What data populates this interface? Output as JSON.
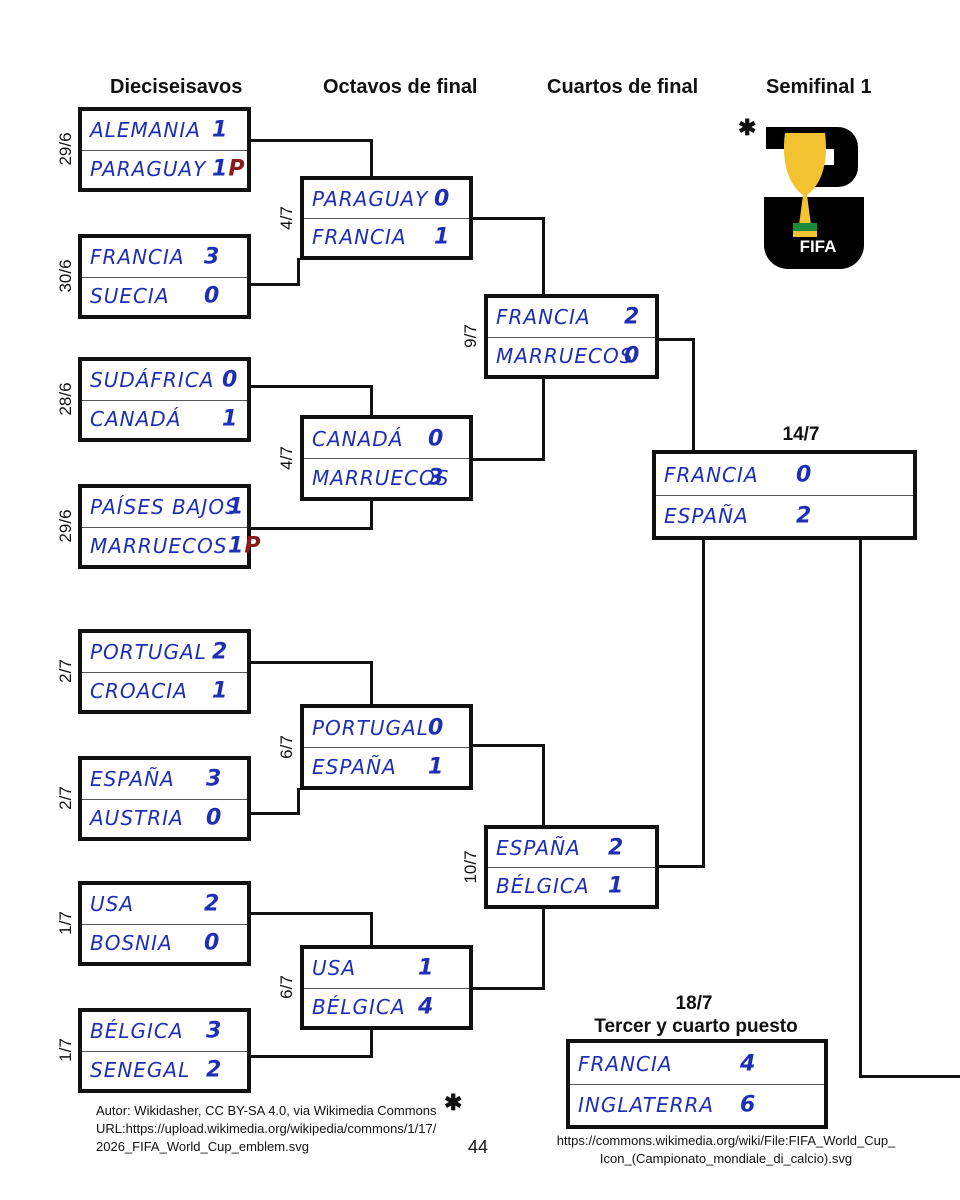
{
  "headers": {
    "r32": "Dieciseisavos",
    "r16": "Octavos de final",
    "qf": "Cuartos de final",
    "sf": "Semifinal 1"
  },
  "logo": {
    "icon": "fifa-2026-emblem-icon",
    "text": "FIFA",
    "asterisk": "✱"
  },
  "matches": {
    "r32_1": {
      "date": "29/6",
      "t1": "ALEMANIA",
      "s1": "1",
      "p1": "",
      "t2": "PARAGUAY",
      "s2": "1",
      "p2": "P"
    },
    "r32_2": {
      "date": "30/6",
      "t1": "FRANCIA",
      "s1": "3",
      "p1": "",
      "t2": "SUECIA",
      "s2": "0",
      "p2": ""
    },
    "r32_3": {
      "date": "28/6",
      "t1": "SUDÁFRICA",
      "s1": "0",
      "p1": "",
      "t2": "CANADÁ",
      "s2": "1",
      "p2": ""
    },
    "r32_4": {
      "date": "29/6",
      "t1": "PAÍSES BAJOS",
      "s1": "1",
      "p1": "",
      "t2": "MARRUECOS",
      "s2": "1",
      "p2": "P"
    },
    "r32_5": {
      "date": "2/7",
      "t1": "PORTUGAL",
      "s1": "2",
      "p1": "",
      "t2": "CROACIA",
      "s2": "1",
      "p2": ""
    },
    "r32_6": {
      "date": "2/7",
      "t1": "ESPAÑA",
      "s1": "3",
      "p1": "",
      "t2": "AUSTRIA",
      "s2": "0",
      "p2": ""
    },
    "r32_7": {
      "date": "1/7",
      "t1": "USA",
      "s1": "2",
      "p1": "",
      "t2": "BOSNIA",
      "s2": "0",
      "p2": ""
    },
    "r32_8": {
      "date": "1/7",
      "t1": "BÉLGICA",
      "s1": "3",
      "p1": "",
      "t2": "SENEGAL",
      "s2": "2",
      "p2": ""
    },
    "r16_1": {
      "date": "4/7",
      "t1": "PARAGUAY",
      "s1": "0",
      "p1": "",
      "t2": "FRANCIA",
      "s2": "1",
      "p2": ""
    },
    "r16_2": {
      "date": "4/7",
      "t1": "CANADÁ",
      "s1": "0",
      "p1": "",
      "t2": "MARRUECOS",
      "s2": "3",
      "p2": ""
    },
    "r16_3": {
      "date": "6/7",
      "t1": "PORTUGAL",
      "s1": "0",
      "p1": "",
      "t2": "ESPAÑA",
      "s2": "1",
      "p2": ""
    },
    "r16_4": {
      "date": "6/7",
      "t1": "USA",
      "s1": "1",
      "p1": "",
      "t2": "BÉLGICA",
      "s2": "4",
      "p2": ""
    },
    "qf_1": {
      "date": "9/7",
      "t1": "FRANCIA",
      "s1": "2",
      "p1": "",
      "t2": "MARRUECOS",
      "s2": "0",
      "p2": ""
    },
    "qf_2": {
      "date": "10/7",
      "t1": "ESPAÑA",
      "s1": "2",
      "p1": "",
      "t2": "BÉLGICA",
      "s2": "1",
      "p2": ""
    },
    "sf_1": {
      "date": "14/7",
      "t1": "FRANCIA",
      "s1": "0",
      "p1": "",
      "t2": "ESPAÑA",
      "s2": "2",
      "p2": ""
    },
    "third": {
      "date": "18/7",
      "title": "Tercer y cuarto puesto",
      "t1": "FRANCIA",
      "s1": "4",
      "p1": "",
      "t2": "INGLATERRA",
      "s2": "6",
      "p2": ""
    }
  },
  "credits": {
    "left_1": "Autor: Wikidasher, CC BY-SA 4.0, via Wikimedia Commons",
    "left_2": "URL:https://upload.wikimedia.org/wikipedia/commons/1/17/",
    "left_3": "2026_FIFA_World_Cup_emblem.svg",
    "left_mark": "✱",
    "right_1": "https://commons.wikimedia.org/wiki/File:FIFA_World_Cup_",
    "right_2": "Icon_(Campionato_mondiale_di_calcio).svg"
  },
  "page_number": "44"
}
